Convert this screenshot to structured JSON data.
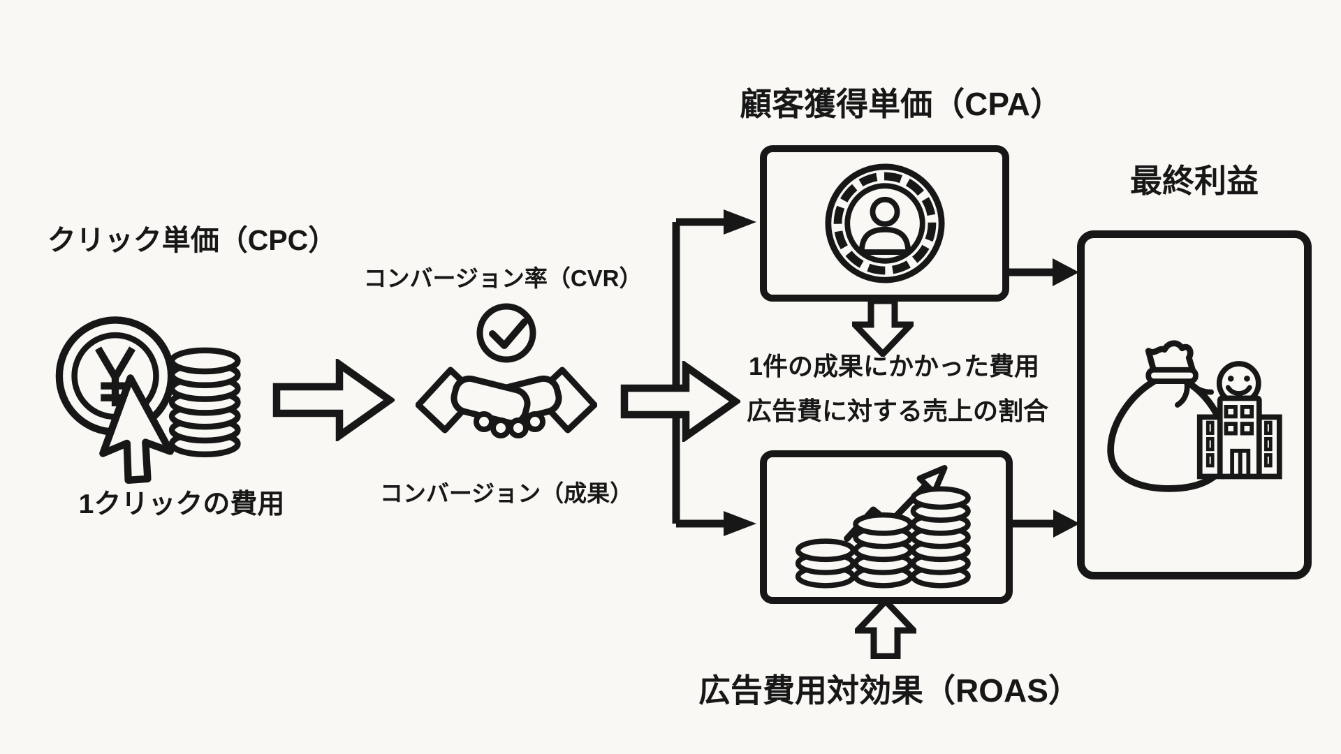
{
  "palette": {
    "background": "#FAF8F4",
    "ink": "#171717"
  },
  "diagram_title": "",
  "nodes": {
    "cpc": {
      "title": "クリック単価（CPC）",
      "caption": "1クリックの費用",
      "icon": "yen-coin-click-icon"
    },
    "cvr": {
      "title": "コンバージョン率（CVR）",
      "caption": "コンバージョン（成果）",
      "icon": "handshake-check-icon"
    },
    "cpa": {
      "title": "顧客獲得単価（CPA）",
      "description": "1件の成果にかかった費用",
      "icon": "customer-coin-icon"
    },
    "roas": {
      "title": "広告費用対効果（ROAS）",
      "description": "広告費に対する売上の割合",
      "icon": "coin-stacks-growth-icon"
    },
    "profit": {
      "title": "最終利益",
      "icon": "money-bag-company-icon"
    }
  },
  "connections": [
    {
      "from": "cpc",
      "to": "cvr",
      "style": "outline-block-arrow"
    },
    {
      "from": "cvr",
      "to": "branch",
      "style": "outline-block-arrow"
    },
    {
      "from": "branch",
      "to": "cpa",
      "style": "solid-arrow"
    },
    {
      "from": "branch",
      "to": "roas",
      "style": "solid-arrow"
    },
    {
      "from": "cpa",
      "to": "cpa-description",
      "style": "outline-block-arrow-down"
    },
    {
      "from": "roas-title",
      "to": "roas",
      "style": "outline-block-arrow-up"
    },
    {
      "from": "cpa",
      "to": "profit",
      "style": "solid-arrow"
    },
    {
      "from": "roas",
      "to": "profit",
      "style": "solid-arrow"
    }
  ]
}
